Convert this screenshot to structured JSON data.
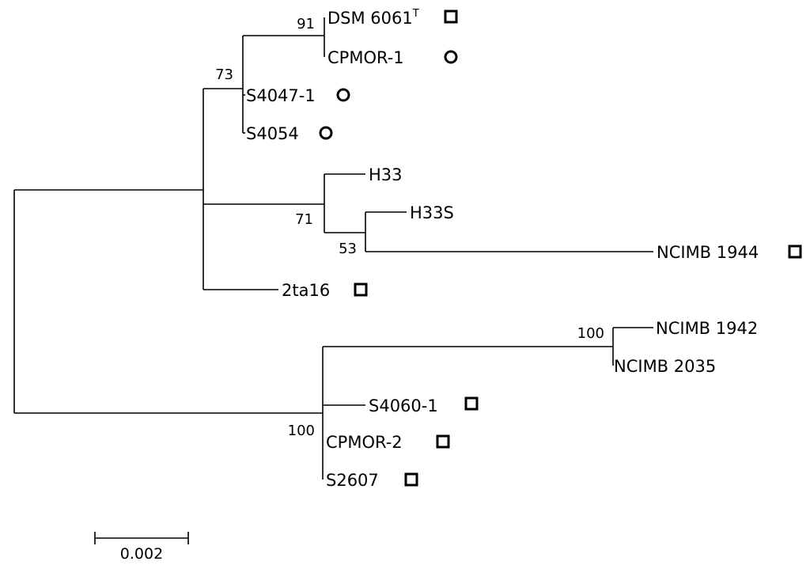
{
  "taxa": [
    {
      "id": "dsm",
      "label": "DSM 6061",
      "sup": "T",
      "marker": "square"
    },
    {
      "id": "cpmor1",
      "label": "CPMOR-1",
      "marker": "circle"
    },
    {
      "id": "s4047",
      "label": "S4047-1",
      "marker": "circle"
    },
    {
      "id": "s4054",
      "label": "S4054",
      "marker": "circle"
    },
    {
      "id": "h33",
      "label": "H33",
      "marker": "none"
    },
    {
      "id": "h33s",
      "label": "H33S",
      "marker": "none"
    },
    {
      "id": "ncimb1944",
      "label": "NCIMB 1944",
      "marker": "square"
    },
    {
      "id": "2ta16",
      "label": "2ta16",
      "marker": "square"
    },
    {
      "id": "ncimb1942",
      "label": "NCIMB 1942",
      "marker": "none"
    },
    {
      "id": "ncimb2035",
      "label": "NCIMB 2035",
      "marker": "none"
    },
    {
      "id": "s40601",
      "label": "S4060-1",
      "marker": "square"
    },
    {
      "id": "cpmor2",
      "label": "CPMOR-2",
      "marker": "square"
    },
    {
      "id": "s2607",
      "label": "S2607",
      "marker": "square"
    }
  ],
  "bootstrap": {
    "n_dsm_cpmor": "91",
    "n_upper": "73",
    "n_h33": "71",
    "n_h33s": "53",
    "n_ncimb": "100",
    "n_lower": "100"
  },
  "scale_bar": {
    "value": 0.002,
    "label": "0.002"
  }
}
